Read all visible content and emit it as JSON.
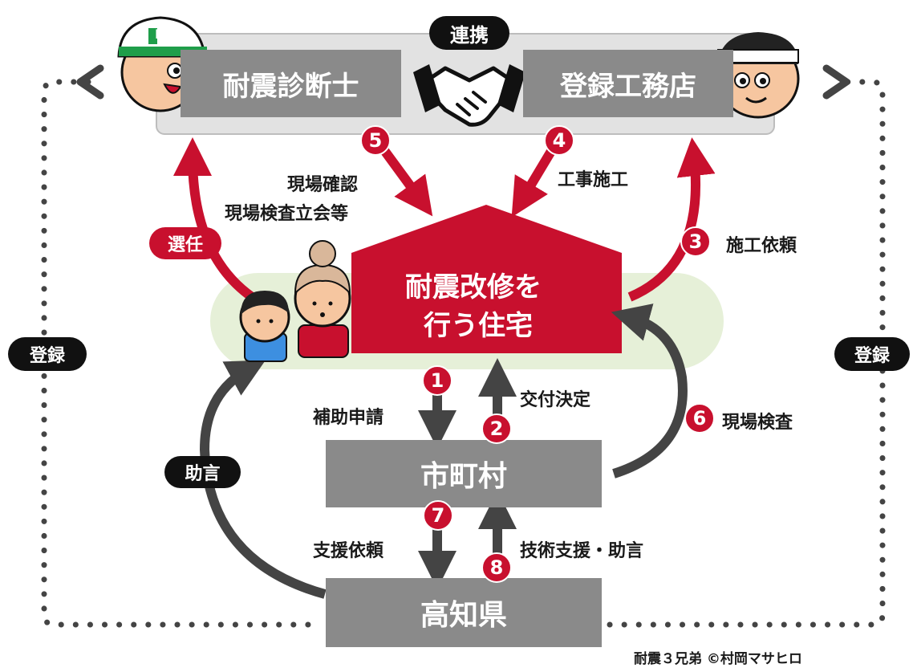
{
  "colors": {
    "accent_red": "#c8102e",
    "box_gray": "#8a8a8a",
    "dark": "#111111",
    "house_bg": "#e6f0d8"
  },
  "top": {
    "renkei_label": "連携",
    "shindanshi_label": "耐震診断士",
    "komuten_label": "登録工務店"
  },
  "center": {
    "house_line1": "耐震改修を",
    "house_line2": "行う住宅"
  },
  "boxes": {
    "shichoson": "市町村",
    "kochi": "高知県"
  },
  "pills": {
    "senin": "選任",
    "josei": "助言",
    "toroku_left": "登録",
    "toroku_right": "登録"
  },
  "steps": [
    {
      "num": "1",
      "text": "補助申請"
    },
    {
      "num": "2",
      "text": "交付決定"
    },
    {
      "num": "3",
      "text": "施工依頼"
    },
    {
      "num": "4",
      "text": "工事施工"
    },
    {
      "num": "5",
      "text_line1": "現場確認",
      "text_line2": "現場検査立会等"
    },
    {
      "num": "6",
      "text": "現場検査"
    },
    {
      "num": "7",
      "text": "支援依頼"
    },
    {
      "num": "8",
      "text": "技術支援・助言"
    }
  ],
  "characters": {
    "helmet_letter": "K"
  },
  "credit": "耐震３兄弟 ©村岡マサヒロ",
  "icons": [
    "handshake-icon",
    "engineer-character-icon",
    "builder-character-icon",
    "child-character-icon",
    "grandmother-character-icon"
  ]
}
